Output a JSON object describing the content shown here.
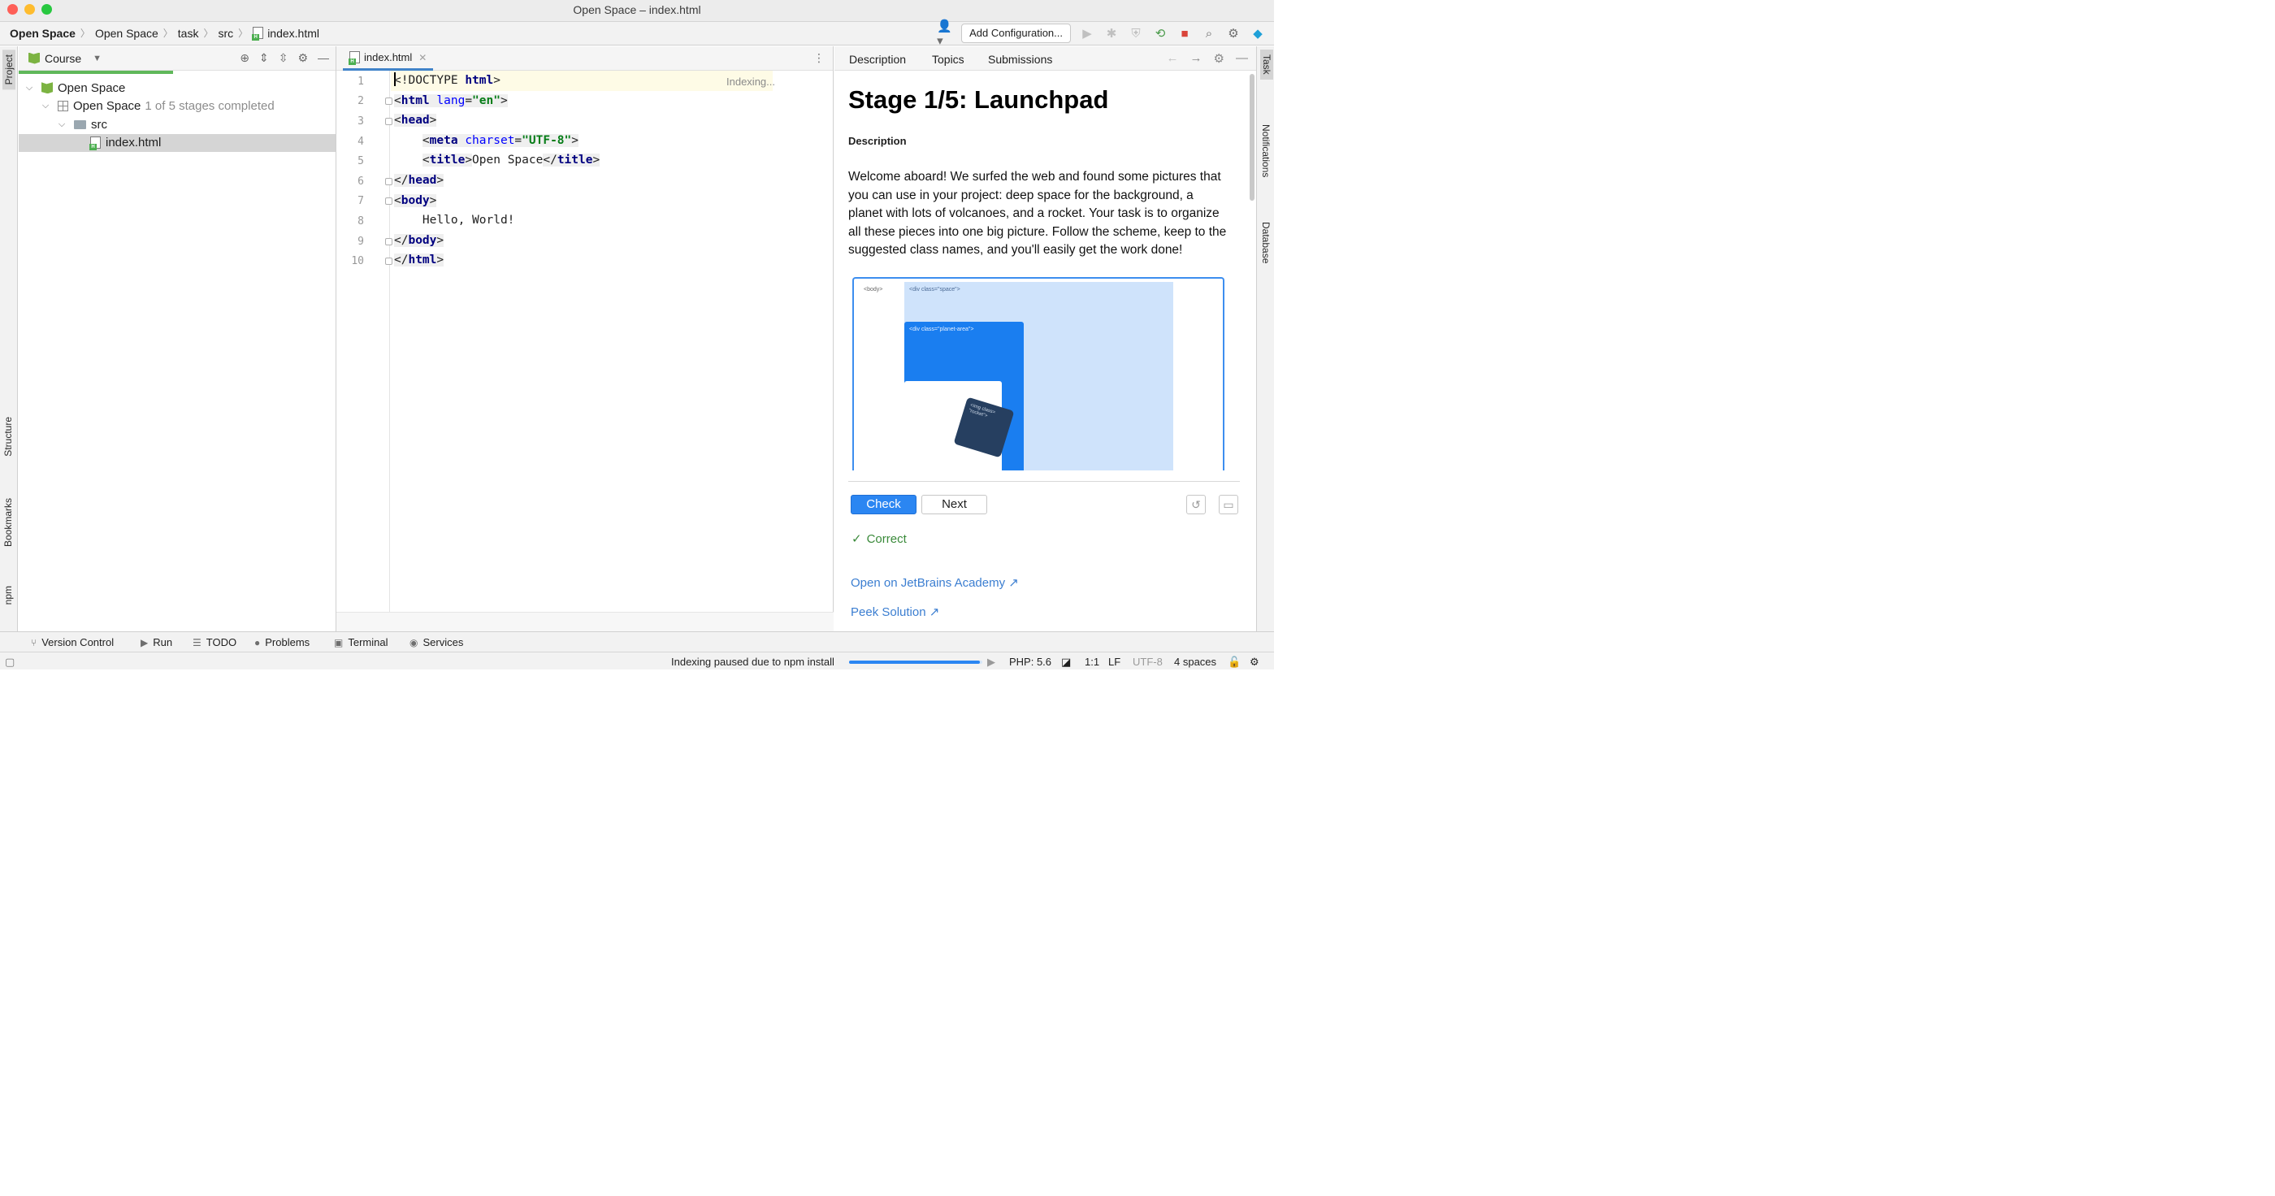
{
  "window": {
    "title": "Open Space – index.html"
  },
  "breadcrumbs": [
    "Open Space",
    "Open Space",
    "task",
    "src",
    "index.html"
  ],
  "toolbar": {
    "add_configuration": "Add Configuration..."
  },
  "left_strip": {
    "project": "Project",
    "structure": "Structure",
    "bookmarks": "Bookmarks",
    "npm": "npm"
  },
  "right_strip": {
    "task": "Task",
    "notifications": "Notifications",
    "database": "Database"
  },
  "project_panel": {
    "title": "Course",
    "tree": {
      "root": "Open Space",
      "lesson": "Open Space",
      "lesson_status": "1 of 5 stages completed",
      "folder": "src",
      "file": "index.html"
    }
  },
  "editor": {
    "tab": "index.html",
    "indexing": "Indexing...",
    "line_numbers": [
      "1",
      "2",
      "3",
      "4",
      "5",
      "6",
      "7",
      "8",
      "9",
      "10"
    ],
    "lines": {
      "l1_doctype": "<!DOCTYPE ",
      "l1_html": "html",
      "l1_end": ">",
      "l2_open": "<",
      "l2_tag": "html",
      "l2_attr": "lang",
      "l2_eq": "=",
      "l2_val": "\"en\"",
      "l2_close": ">",
      "l3_open": "<",
      "l3_tag": "head",
      "l3_close": ">",
      "l4_open": "<",
      "l4_tag": "meta",
      "l4_attr": "charset",
      "l4_eq": "=",
      "l4_val": "\"UTF-8\"",
      "l4_close": ">",
      "l5_open": "<",
      "l5_tag": "title",
      "l5_mid1": ">",
      "l5_text": "Open Space",
      "l5_mid2": "</",
      "l5_tag2": "title",
      "l5_close": ">",
      "l6_open": "</",
      "l6_tag": "head",
      "l6_close": ">",
      "l7_open": "<",
      "l7_tag": "body",
      "l7_close": ">",
      "l8_text": "Hello, World!",
      "l9_open": "</",
      "l9_tag": "body",
      "l9_close": ">",
      "l10_open": "</",
      "l10_tag": "html",
      "l10_close": ">"
    }
  },
  "task_panel": {
    "tabs": [
      "Description",
      "Topics",
      "Submissions"
    ],
    "stage_title": "Stage 1/5: Launchpad",
    "description_heading": "Description",
    "description": "Welcome aboard! We surfed the web and found some pictures that you can use in your project: deep space for the background, a planet with lots of volcanoes, and a rocket. Your task is to organize all these pieces into one big picture. Follow the scheme, keep to the suggested class names, and you'll easily get the work done!",
    "scheme": {
      "body": "<body>",
      "space": "<div class=\"space\">",
      "planet": "<div class=\"planet-area\">",
      "rocket": "<img class= \"rocket\">"
    },
    "check": "Check",
    "next": "Next",
    "status": "Correct",
    "link_academy": "Open on JetBrains Academy ↗",
    "link_peek": "Peek Solution ↗"
  },
  "bottom_tools": [
    "Version Control",
    "Run",
    "TODO",
    "Problems",
    "Terminal",
    "Services"
  ],
  "status_bar": {
    "message": "Indexing paused due to npm install",
    "progress": 0.98,
    "php": "PHP: 5.6",
    "position": "1:1",
    "line_sep": "LF",
    "encoding": "UTF-8",
    "indent": "4 spaces"
  },
  "colors": {
    "accent": "#2b86f2",
    "success": "#3a8a3a",
    "link": "#3b7ed1"
  }
}
